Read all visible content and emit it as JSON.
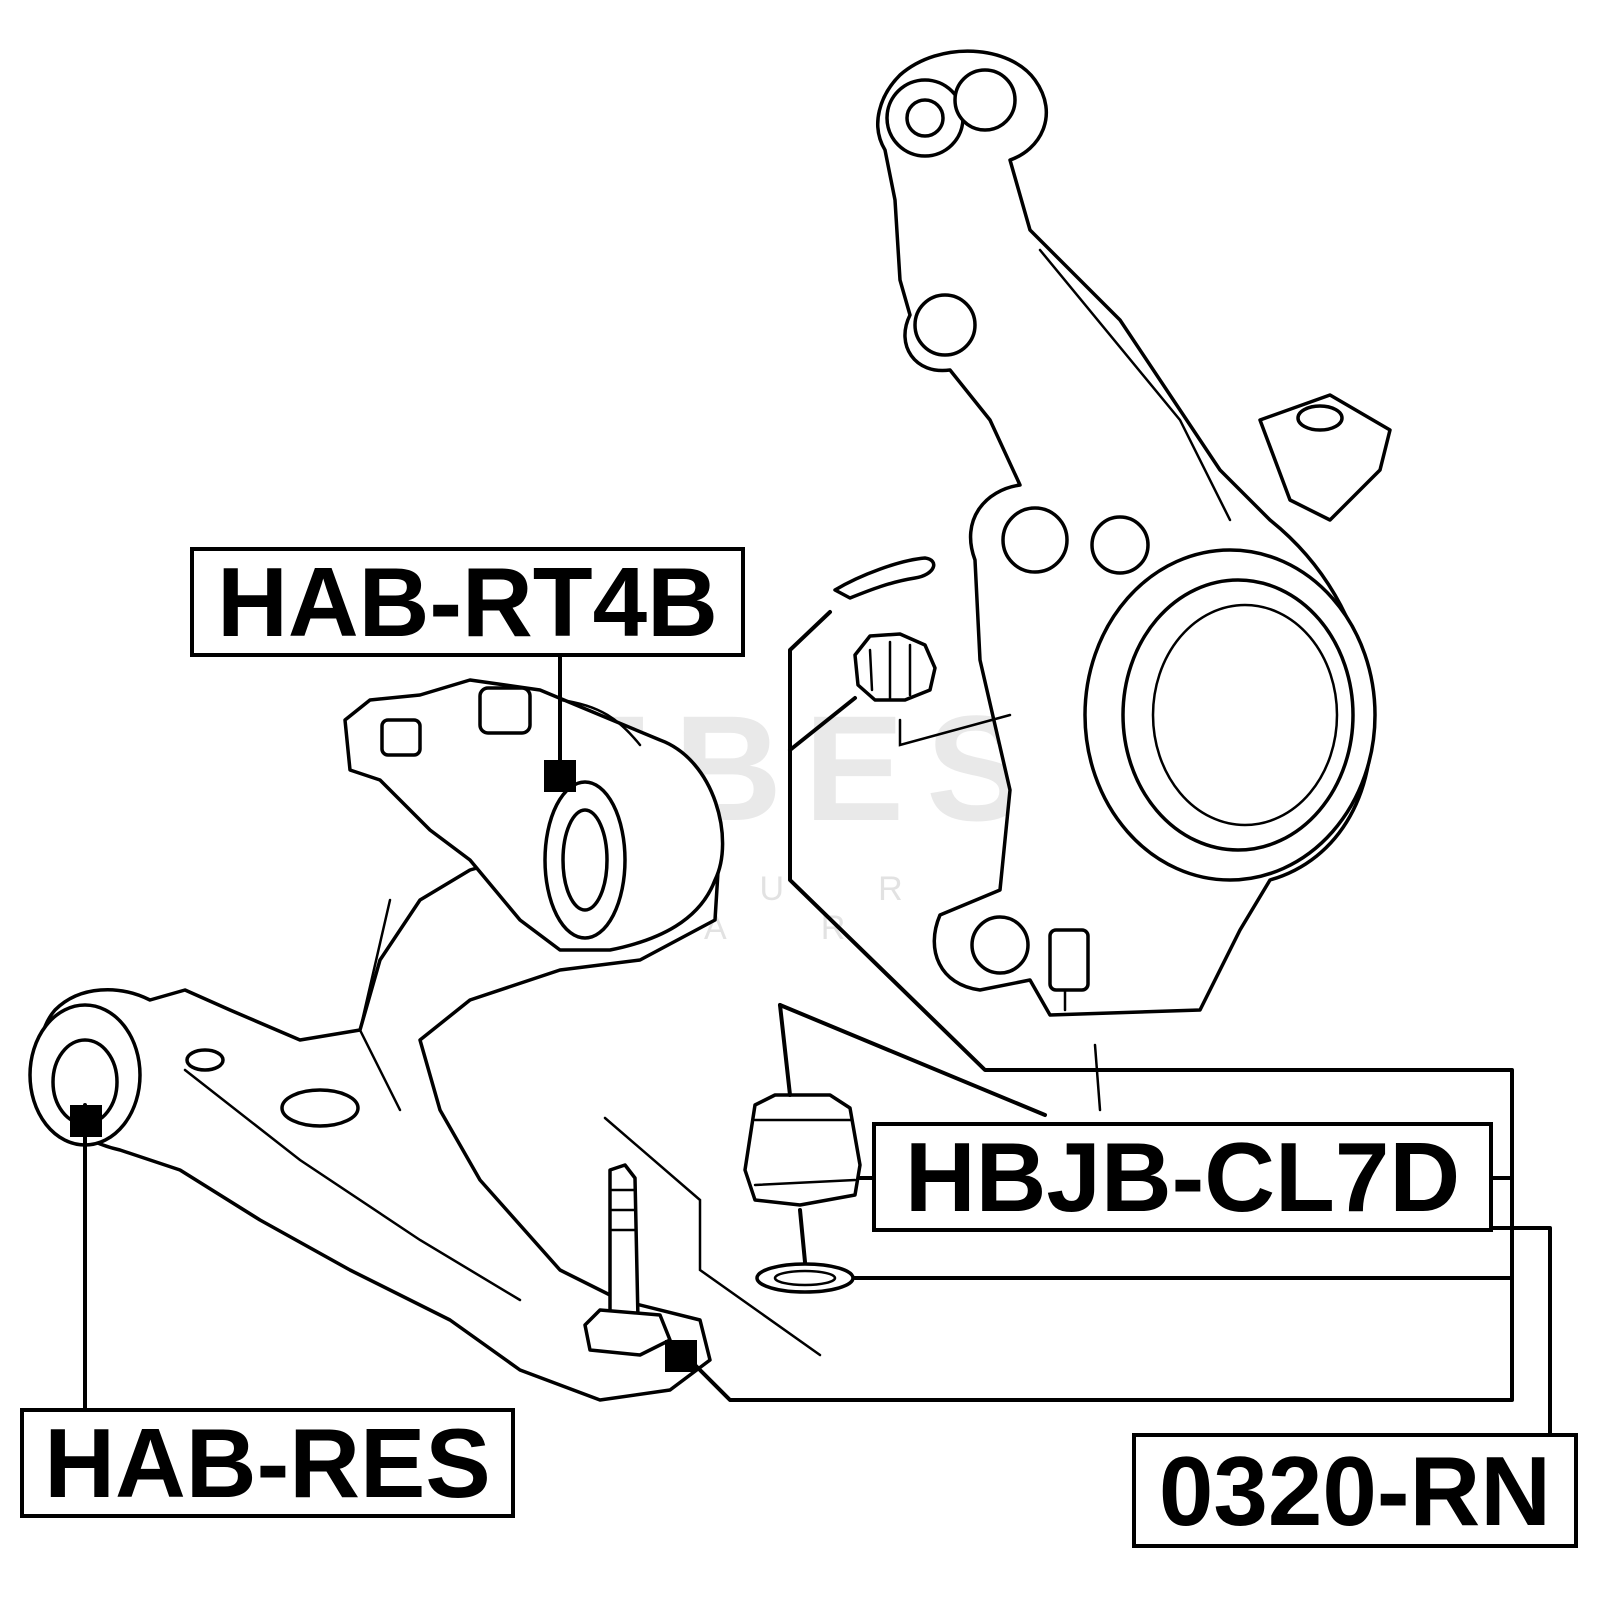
{
  "watermark": {
    "main": "FEBEST",
    "sub": "EURO PARTS"
  },
  "labels": {
    "upper_bushing": "HAB-RT4B",
    "ball_joint_boot": "HBJB-CL7D",
    "front_bushing": "HAB-RES",
    "ball_joint": "0320-RN"
  },
  "colors": {
    "line": "#000000",
    "background": "#ffffff",
    "watermark": "#cfcfcf"
  }
}
